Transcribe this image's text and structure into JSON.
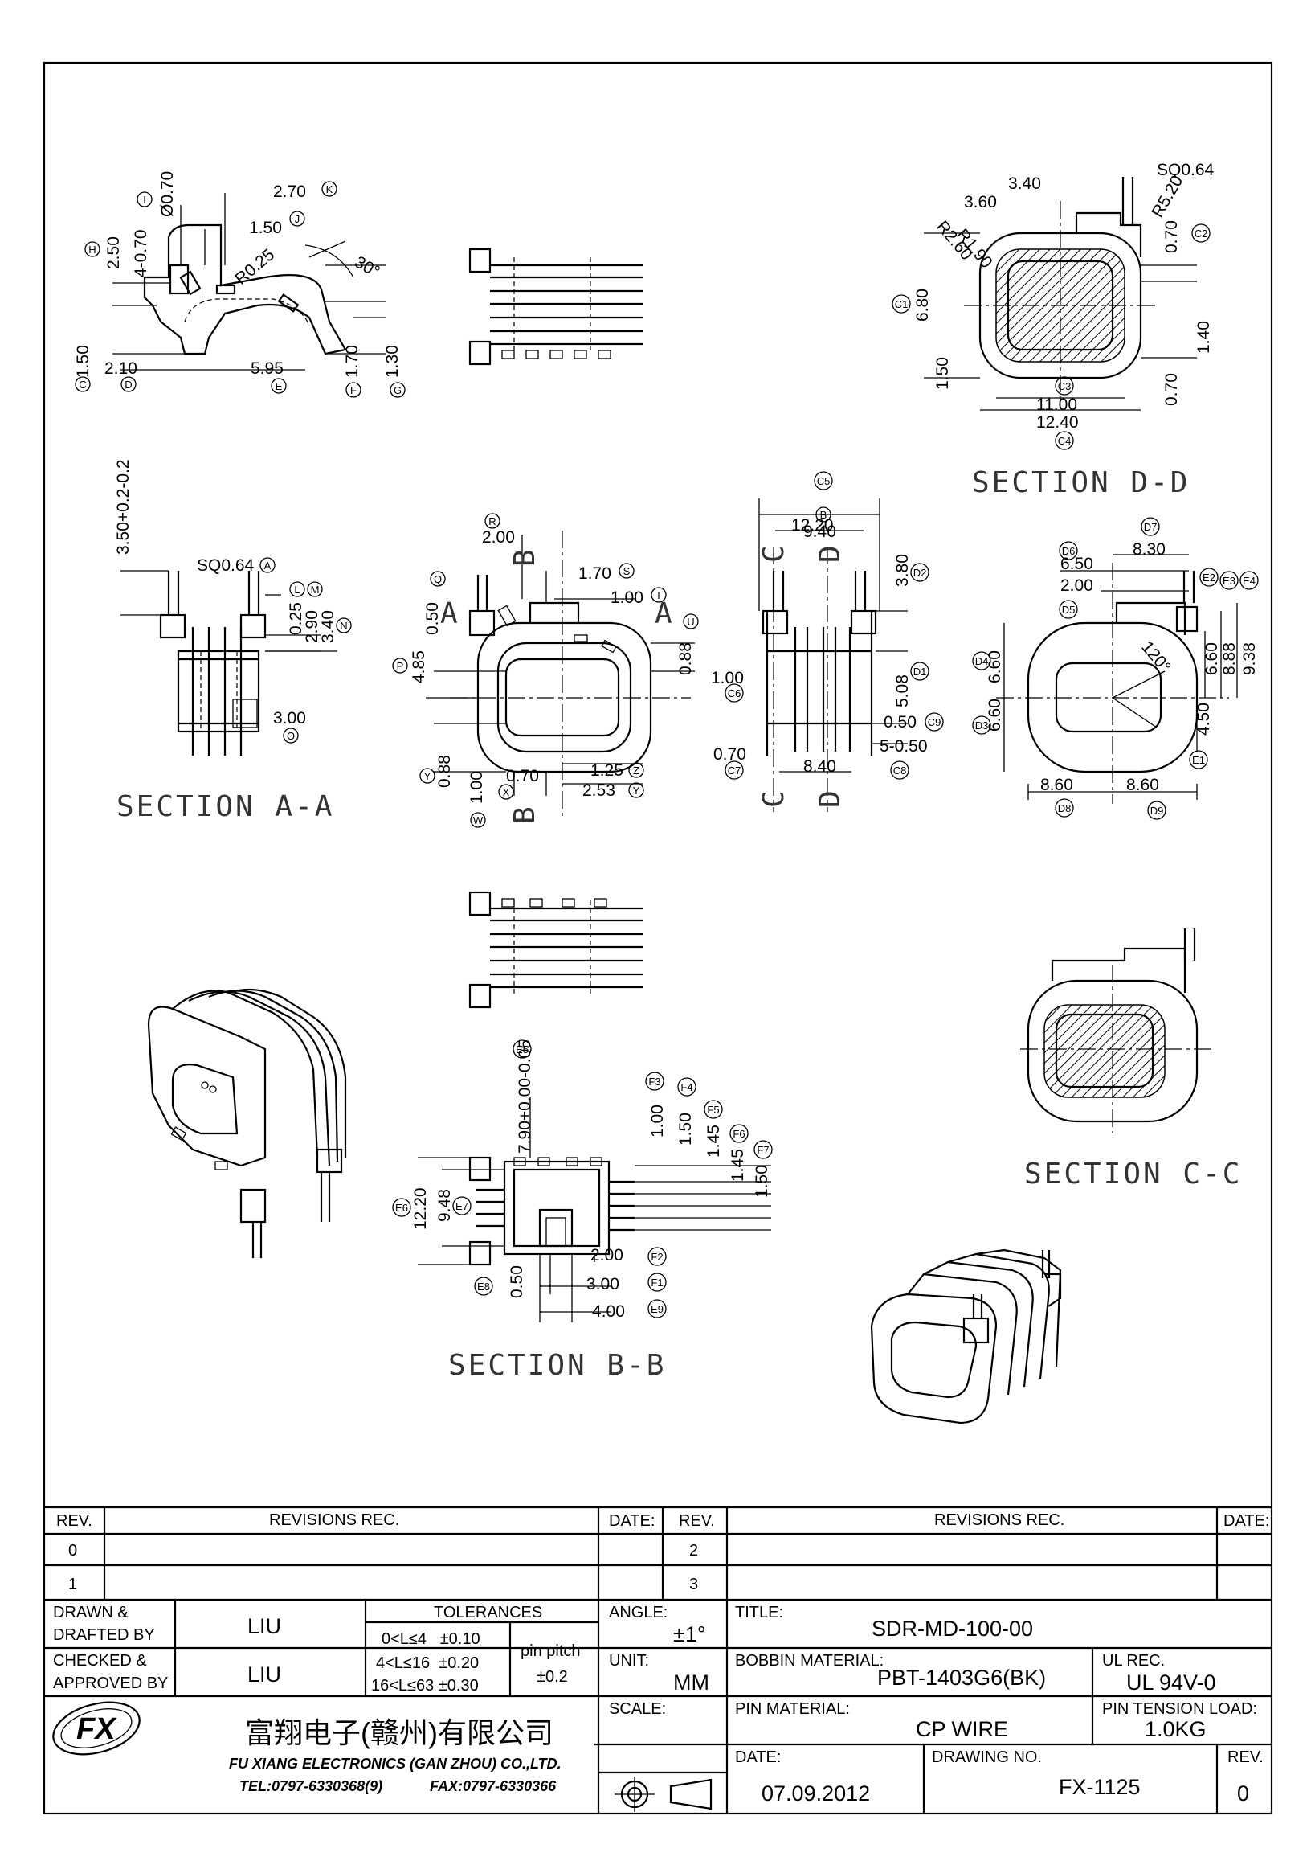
{
  "views": {
    "top_left": {
      "dims": [
        "Ø0.70",
        "2.70",
        "1.50",
        "R0.25",
        "2.50",
        "4-0.70",
        "30°",
        "1.50",
        "2.10",
        "5.95",
        "1.70",
        "1.30"
      ],
      "balloons": [
        "I",
        "K",
        "J",
        "H",
        "C",
        "D",
        "E",
        "F",
        "G"
      ]
    },
    "section_dd": {
      "label": "SECTION D-D",
      "dims": [
        "SQ0.64",
        "3.40",
        "3.60",
        "R5.20",
        "R1.90",
        "R2.60",
        "0.70",
        "6.80",
        "1.40",
        "1.50",
        "0.70",
        "11.00",
        "12.40"
      ],
      "balloons": [
        "C1",
        "C2",
        "C3",
        "C4"
      ]
    },
    "section_aa": {
      "label": "SECTION A-A",
      "dims": [
        "3.50+0.2-0.2",
        "SQ0.64",
        "0.25",
        "2.90",
        "3.40",
        "3.00"
      ],
      "balloons": [
        "A",
        "L",
        "M",
        "N",
        "O"
      ]
    },
    "front": {
      "dims": [
        "2.00",
        "1.70",
        "1.00",
        "0.50",
        "4.85",
        "0.88",
        "0.88",
        "1.00",
        "0.70",
        "1.25",
        "2.53"
      ],
      "balloons": [
        "R",
        "S",
        "T",
        "Q",
        "U",
        "P",
        "Y",
        "X",
        "W",
        "Z",
        "Y"
      ],
      "cut_labels": [
        "A",
        "A",
        "B",
        "B"
      ]
    },
    "side": {
      "dims": [
        "12.20",
        "9.40",
        "3.80",
        "5.08",
        "1.00",
        "0.50",
        "5-0.50",
        "0.70",
        "8.40"
      ],
      "balloons": [
        "C5",
        "B",
        "D2",
        "D1",
        "C6",
        "C9",
        "C7",
        "C8"
      ],
      "cut_labels": [
        "C",
        "C",
        "D",
        "D"
      ]
    },
    "section_cc": {
      "label": "SECTION C-C",
      "dims": [
        "8.30",
        "6.50",
        "2.00",
        "6.60",
        "6.60",
        "120°",
        "6.60",
        "8.88",
        "9.38",
        "4.50",
        "8.60",
        "8.60"
      ],
      "balloons": [
        "D7",
        "D6",
        "D5",
        "E2",
        "E3",
        "E4",
        "D4",
        "D3",
        "E1",
        "D8",
        "D9"
      ]
    },
    "section_bb": {
      "label": "SECTION B-B",
      "dims": [
        "7.90+0.00-0.05",
        "1.00",
        "1.50",
        "1.45",
        "1.45",
        "1.50",
        "12.20",
        "9.48",
        "2.00",
        "0.50",
        "3.00",
        "4.00"
      ],
      "balloons": [
        "E5",
        "F3",
        "F4",
        "F5",
        "F6",
        "F7",
        "E6",
        "E7",
        "F2",
        "E8",
        "F1",
        "E9"
      ]
    }
  },
  "title_block": {
    "rev_header": "REV.",
    "revisions_header": "REVISIONS  REC.",
    "date_header": "DATE:",
    "rev_rows_left": [
      "0",
      "1"
    ],
    "rev_rows_right": [
      "2",
      "3"
    ],
    "drawn_label": "DRAWN &\nDRAFTED BY",
    "drawn_by": "LIU",
    "checked_label": "CHECKED &\nAPPROVED BY",
    "checked_by": "LIU",
    "tolerances_label": "TOLERANCES",
    "tol_rows": [
      "0<L≤4   ±0.10",
      "4<L≤16  ±0.20",
      "16<L≤63 ±0.30"
    ],
    "pin_pitch_label": "pin pitch",
    "pin_pitch_tol": "±0.2",
    "angle_label": "ANGLE:",
    "angle_value": "±1°",
    "unit_label": "UNIT:",
    "unit_value": "MM",
    "scale_label": "SCALE:",
    "title_label": "TITLE:",
    "title_value": "SDR-MD-100-00",
    "bobbin_label": "BOBBIN MATERIAL:",
    "bobbin_value": "PBT-1403G6(BK)",
    "ul_label": "UL REC.",
    "ul_value": "UL 94V-0",
    "pin_material_label": "PIN MATERIAL:",
    "pin_material_value": "CP WIRE",
    "pin_tension_label": "PIN TENSION LOAD:",
    "pin_tension_value": "1.0KG",
    "company_cn": "富翔电子(赣州)有限公司",
    "company_en": "FU XIANG ELECTRONICS (GAN ZHOU) CO.,LTD.",
    "tel": "TEL:0797-6330368(9)",
    "fax": "FAX:0797-6330366",
    "logo_text": "FX",
    "date_label": "DATE:",
    "date_value": "07.09.2012",
    "drawing_no_label": "DRAWING NO.",
    "drawing_no_value": "FX-1125",
    "rev_label": "REV.",
    "rev_value": "0"
  }
}
